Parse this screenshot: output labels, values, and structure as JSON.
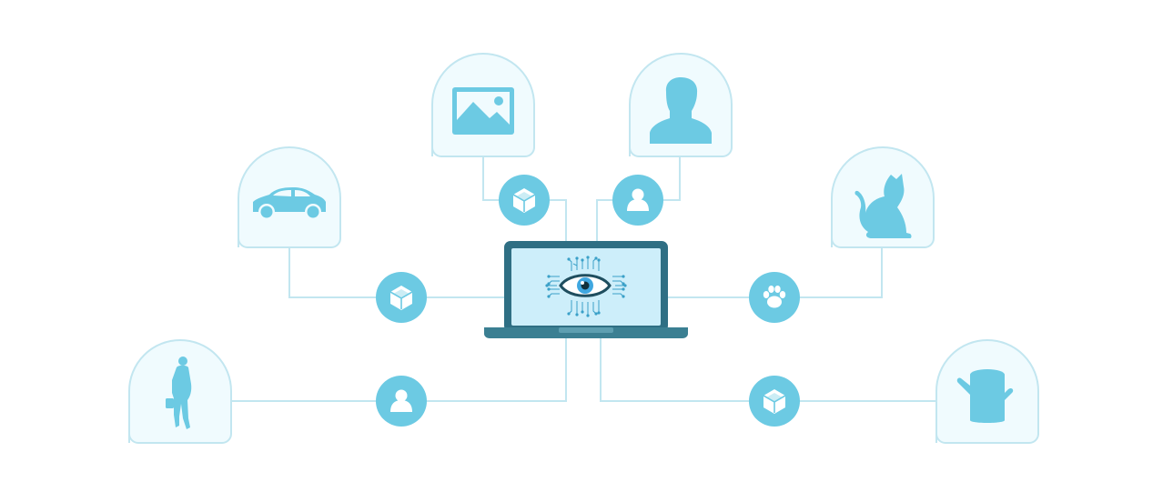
{
  "colors": {
    "background": "#ffffff",
    "card_fill": "#f0fbfe",
    "card_stroke": "#c2e6f0",
    "connector": "#c2e6f0",
    "icon": "#6ccae3",
    "hub_circle": "#6ccae3",
    "hub_glyph": "#ffffff",
    "laptop_frame": "#2f6f84",
    "laptop_base": "#3b7f92",
    "laptop_screen": "#cdeefa",
    "eye_outline": "#1f4e5f",
    "eye_iris": "#3fa7e0",
    "circuit": "#3aa0c8"
  },
  "central_node": {
    "name": "laptop",
    "screen_icon": "eye-circuit-icon"
  },
  "nodes": [
    {
      "id": "car",
      "icon": "car-icon",
      "hub_icon": "cube-icon"
    },
    {
      "id": "image",
      "icon": "image-icon",
      "hub_icon": "cube-icon"
    },
    {
      "id": "person",
      "icon": "person-bust-icon",
      "hub_icon": "user-icon"
    },
    {
      "id": "cat",
      "icon": "cat-icon",
      "hub_icon": "paw-icon"
    },
    {
      "id": "pedestrian",
      "icon": "walking-man-icon",
      "hub_icon": "user-icon"
    },
    {
      "id": "stump",
      "icon": "tree-stump-icon",
      "hub_icon": "cube-icon"
    }
  ]
}
